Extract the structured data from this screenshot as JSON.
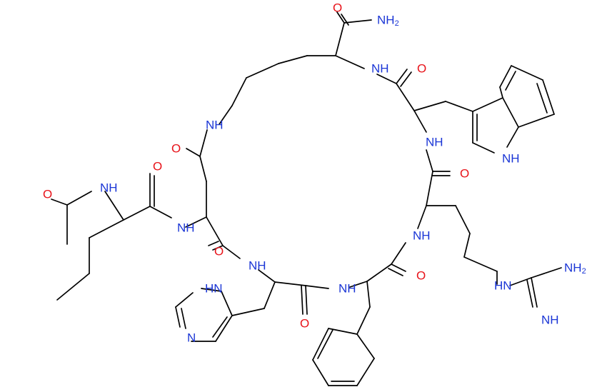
{
  "colors": {
    "bond": "#000000",
    "O": "#e8131a",
    "N": "#1b36d6"
  },
  "labels": {
    "O": "O",
    "NH": "NH",
    "HN": "HN",
    "N": "N",
    "NH2_main": "NH",
    "sub2": "2",
    "H": "H"
  }
}
